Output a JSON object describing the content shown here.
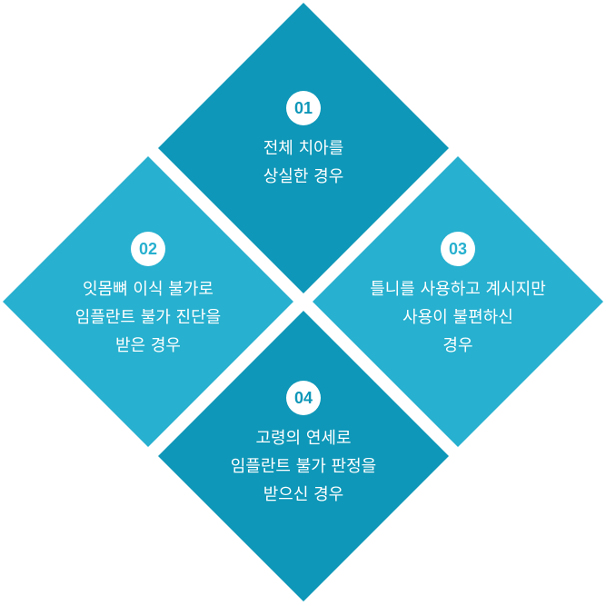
{
  "colors": {
    "dark": "#0e97b8",
    "light": "#27b0cf",
    "badge_bg": "#ffffff",
    "text": "#ffffff"
  },
  "items": [
    {
      "number": "01",
      "lines": [
        "전체 치아를",
        "상실한 경우"
      ]
    },
    {
      "number": "02",
      "lines": [
        "잇몸뼈 이식 불가로",
        "임플란트 불가 진단을",
        "받은 경우"
      ]
    },
    {
      "number": "03",
      "lines": [
        "틀니를 사용하고 계시지만",
        "사용이 불편하신",
        "경우"
      ]
    },
    {
      "number": "04",
      "lines": [
        "고령의 연세로",
        "임플란트 불가 판정을",
        "받으신 경우"
      ]
    }
  ]
}
